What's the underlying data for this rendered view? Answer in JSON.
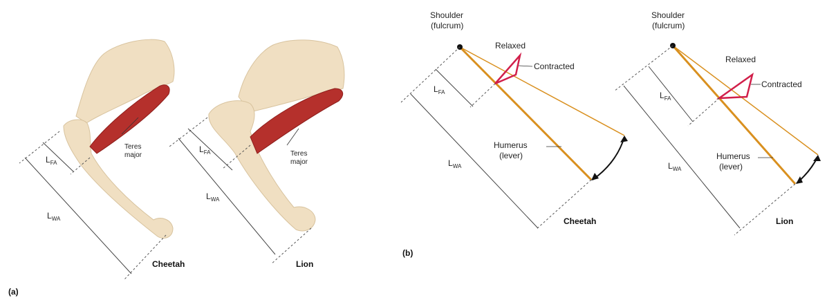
{
  "panel_a": {
    "label": "(a)",
    "cheetah": {
      "name": "Cheetah",
      "muscle": "Teres",
      "muscle2": "major",
      "lfa": "L",
      "lfa_sub": "FA",
      "lwa": "L",
      "lwa_sub": "WA"
    },
    "lion": {
      "name": "Lion",
      "muscle": "Teres",
      "muscle2": "major",
      "lfa": "L",
      "lfa_sub": "FA",
      "lwa": "L",
      "lwa_sub": "WA"
    }
  },
  "panel_b": {
    "label": "(b)",
    "cheetah": {
      "name": "Cheetah",
      "shoulder": "Shoulder",
      "fulcrum": "(fulcrum)",
      "relaxed": "Relaxed",
      "contracted": "Contracted",
      "humerus": "Humerus",
      "lever": "(lever)",
      "lfa": "L",
      "lfa_sub": "FA",
      "lwa": "L",
      "lwa_sub": "WA"
    },
    "lion": {
      "name": "Lion",
      "shoulder": "Shoulder",
      "fulcrum": "(fulcrum)",
      "relaxed": "Relaxed",
      "contracted": "Contracted",
      "humerus": "Humerus",
      "lever": "(lever)",
      "lfa": "L",
      "lfa_sub": "FA",
      "lwa": "L",
      "lwa_sub": "WA"
    }
  },
  "colors": {
    "lever": "#d9901f",
    "muscle_line": "#d11f4a",
    "bone": "#f0dfc2",
    "muscle": "#b5302c"
  }
}
